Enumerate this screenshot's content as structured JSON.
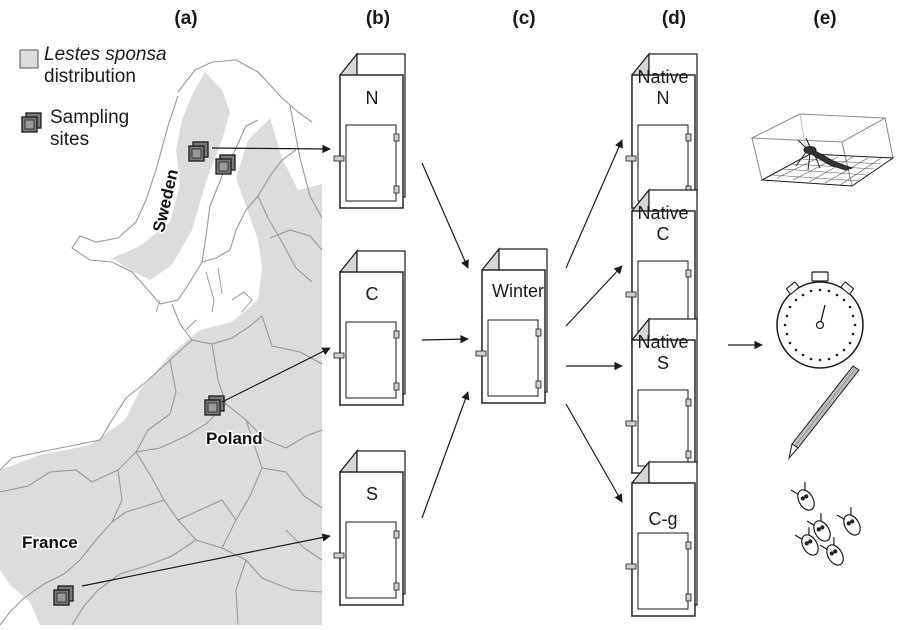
{
  "panel_labels": [
    "(a)",
    "(b)",
    "(c)",
    "(d)",
    "(e)"
  ],
  "legend": {
    "distribution_species": "Lestes sponsa",
    "distribution_word": "distribution",
    "sampling_line1": "Sampling",
    "sampling_line2": "sites"
  },
  "countries": {
    "sweden": "Sweden",
    "poland": "Poland",
    "france": "France"
  },
  "cabinets": {
    "north": "N",
    "central": "C",
    "south": "S",
    "winter": "Winter",
    "native_word": "Native",
    "native_n": "N",
    "native_c": "C",
    "native_s": "S",
    "cg": "C-g"
  },
  "colors": {
    "distribution_fill": "#dcdcdc",
    "site_marker": "#7a7a7a",
    "outline": "#1a1a1a"
  },
  "icons": [
    "flight-arena-icon",
    "stopwatch-icon",
    "pencil-icon",
    "larvae-icon"
  ]
}
